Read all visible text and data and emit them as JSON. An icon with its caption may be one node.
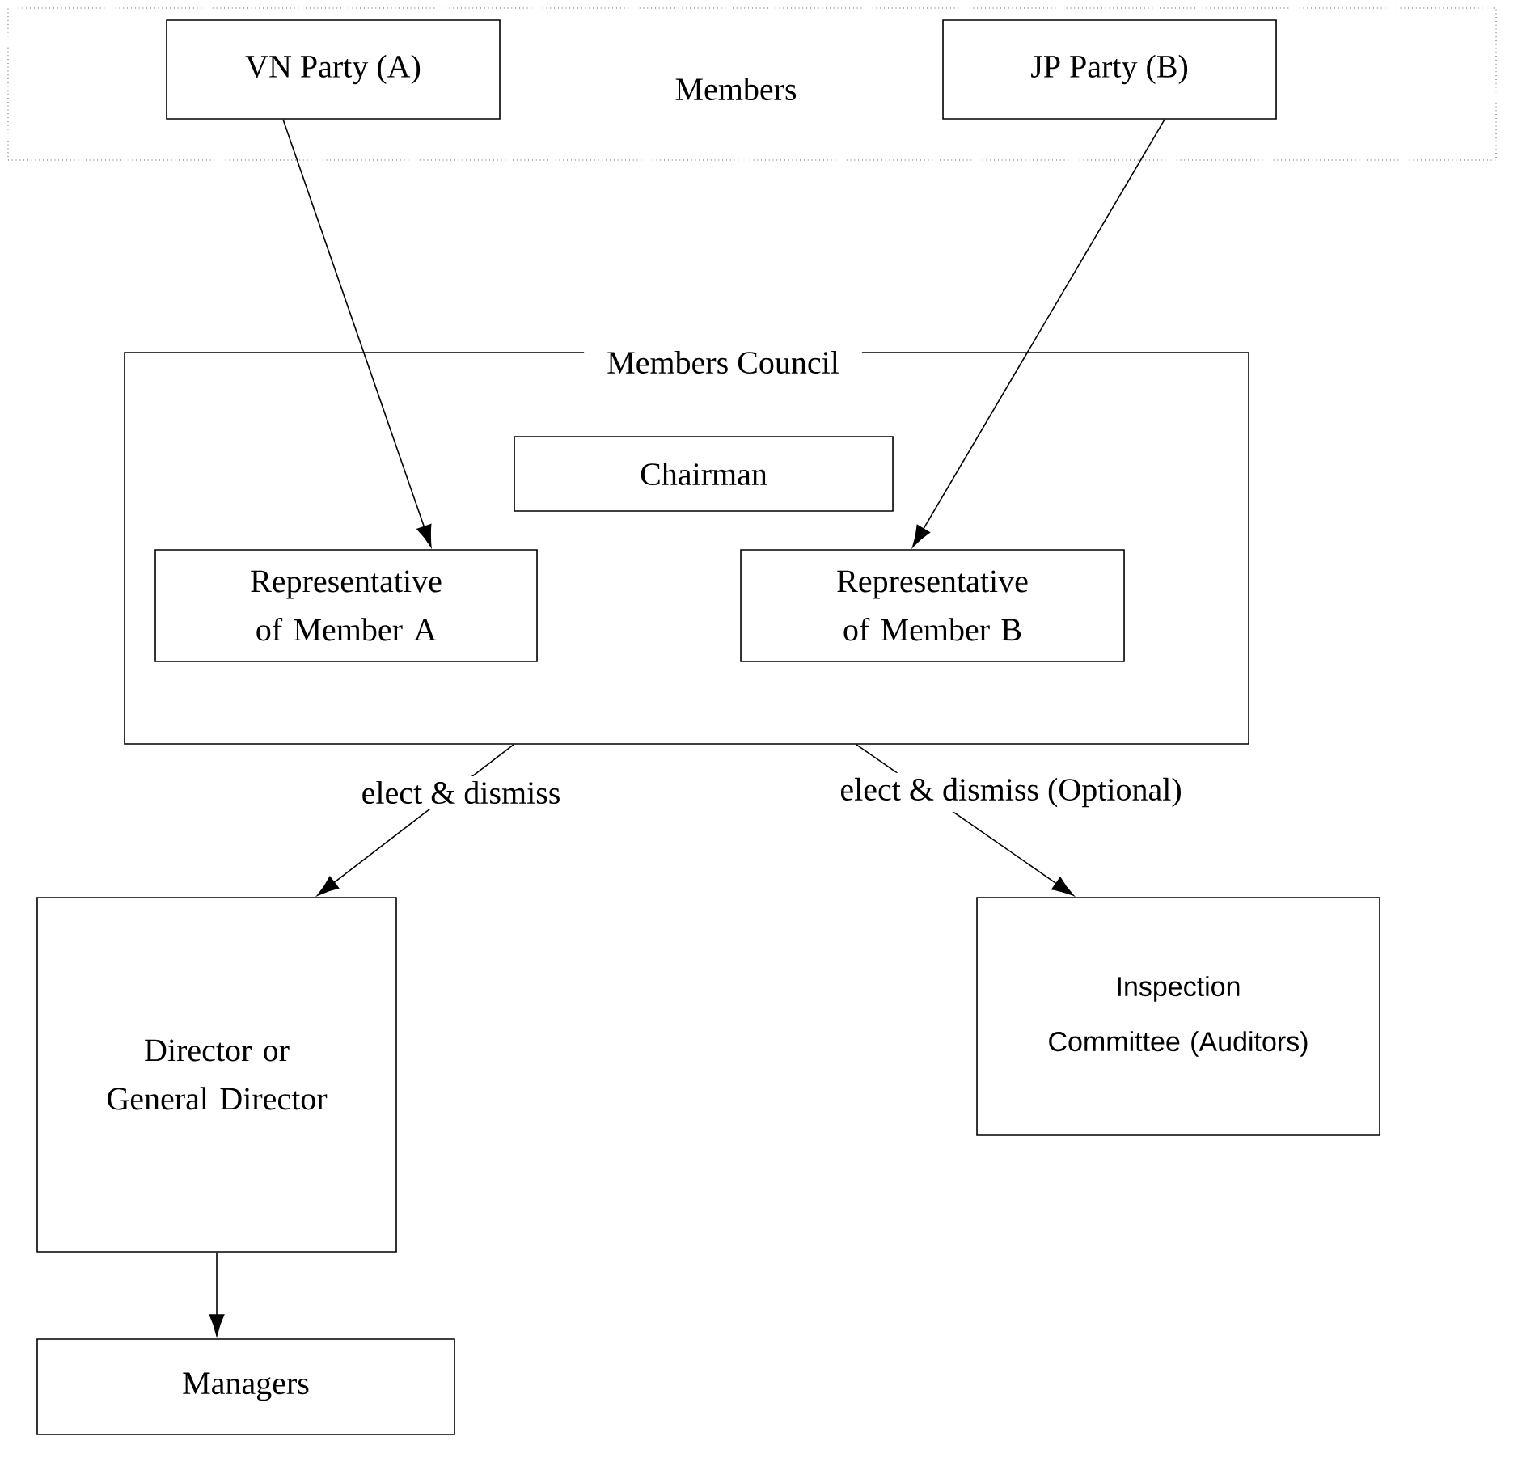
{
  "diagram": {
    "nodes": [
      {
        "text": [
          "Members"
        ]
      },
      {
        "text": [
          "VN Party (A)"
        ],
        "in": 0
      },
      {
        "text": [
          "JP Party (B)"
        ],
        "in": 0
      },
      {
        "text": [
          "Members Council"
        ]
      },
      {
        "text": [
          "Chairman"
        ],
        "in": 3
      },
      {
        "text": [
          "Representative of Member A"
        ],
        "in": 3
      },
      {
        "text": [
          "Representative of Member B"
        ],
        "in": 3
      },
      {
        "text": [
          "Director or General Director"
        ]
      },
      {
        "text": [
          "Inspection Committee (Auditors)"
        ]
      },
      {
        "text": [
          "Managers"
        ]
      }
    ],
    "edges": [
      {
        "from": 1,
        "to": 5,
        "arrow": "to"
      },
      {
        "from": 2,
        "to": 6,
        "arrow": "to"
      },
      {
        "from": 3,
        "to": 7,
        "arrow": "to",
        "label": "elect & dismiss"
      },
      {
        "from": 3,
        "to": 8,
        "arrow": "to",
        "label": "elect & dismiss (Optional)"
      },
      {
        "from": 7,
        "to": 9,
        "arrow": "to"
      }
    ]
  }
}
